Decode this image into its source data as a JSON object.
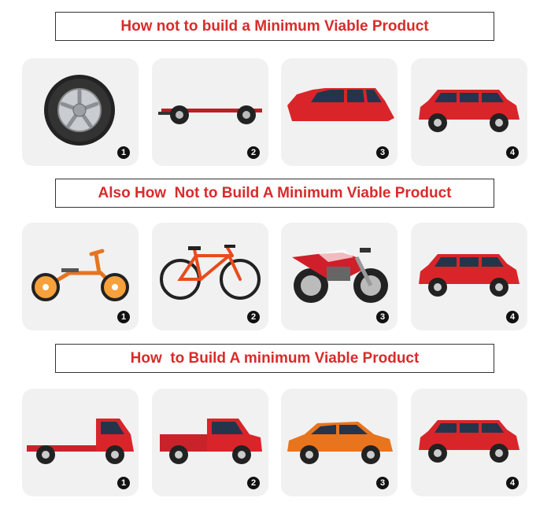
{
  "rows": [
    {
      "title": "How not to build a Minimum Viable Product",
      "steps": [
        {
          "icon": "tire-icon",
          "number": "1"
        },
        {
          "icon": "chassis-icon",
          "number": "2"
        },
        {
          "icon": "car-body-icon",
          "number": "3"
        },
        {
          "icon": "car-icon",
          "number": "4"
        }
      ]
    },
    {
      "title": "Also How  Not to Build A Minimum Viable Product",
      "steps": [
        {
          "icon": "balance-bike-icon",
          "number": "1"
        },
        {
          "icon": "bicycle-icon",
          "number": "2"
        },
        {
          "icon": "motorcycle-icon",
          "number": "3"
        },
        {
          "icon": "car-icon",
          "number": "4"
        }
      ]
    },
    {
      "title": "How  to Build A minimum Viable Product",
      "steps": [
        {
          "icon": "flatbed-truck-icon",
          "number": "1"
        },
        {
          "icon": "pickup-truck-icon",
          "number": "2"
        },
        {
          "icon": "sedan-icon",
          "number": "3"
        },
        {
          "icon": "car-icon",
          "number": "4"
        }
      ]
    }
  ],
  "colors": {
    "title_text": "#d92b2b",
    "card_background": "#f1f1f1",
    "vehicle_red": "#d9252a",
    "vehicle_orange": "#e8741e"
  }
}
